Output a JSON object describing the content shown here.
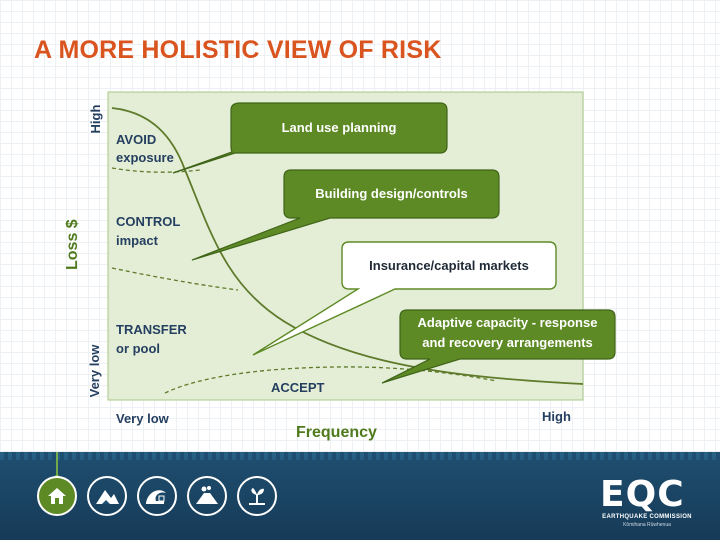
{
  "title": "A MORE HOLISTIC VIEW OF RISK",
  "y_axis": {
    "title": "Loss $",
    "high": "High",
    "low": "Very low"
  },
  "x_axis": {
    "title": "Frequency",
    "low": "Very low",
    "high": "High"
  },
  "zones": {
    "avoid_1": "AVOID",
    "avoid_2": "exposure",
    "control_1": "CONTROL",
    "control_2": "impact",
    "transfer_1": "TRANSFER",
    "transfer_2": "or pool",
    "accept": "ACCEPT"
  },
  "callouts": {
    "land_use": "Land use planning",
    "building": "Building design/controls",
    "insurance": "Insurance/capital markets",
    "adaptive_1": "Adaptive capacity - response",
    "adaptive_2": "and recovery arrangements"
  },
  "colors": {
    "accent": "#d9541e",
    "green": "#5e8a26",
    "navy": "#243f60",
    "plot_bg": "#e4eed6"
  },
  "footer": {
    "icons": [
      "house-icon",
      "landslide-icon",
      "tsunami-icon",
      "volcano-icon",
      "storm-icon"
    ],
    "logo": "EQC",
    "logo_line1": "EARTHQUAKE COMMISSION",
    "logo_line2": "Kōmihana Rūwhenua"
  }
}
